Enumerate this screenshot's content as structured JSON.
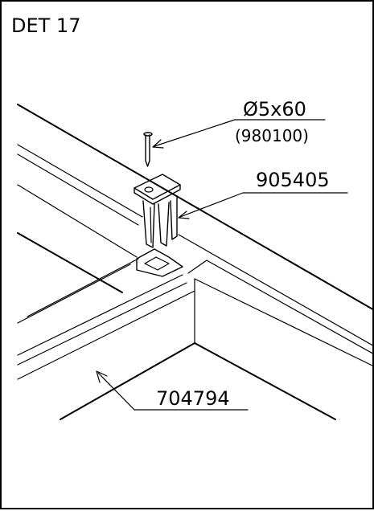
{
  "detail": {
    "title": "DET 17"
  },
  "callouts": {
    "screw_size": "Ø5x60",
    "screw_code": "(980100)",
    "connector_code": "905405",
    "profile_code": "704794"
  }
}
